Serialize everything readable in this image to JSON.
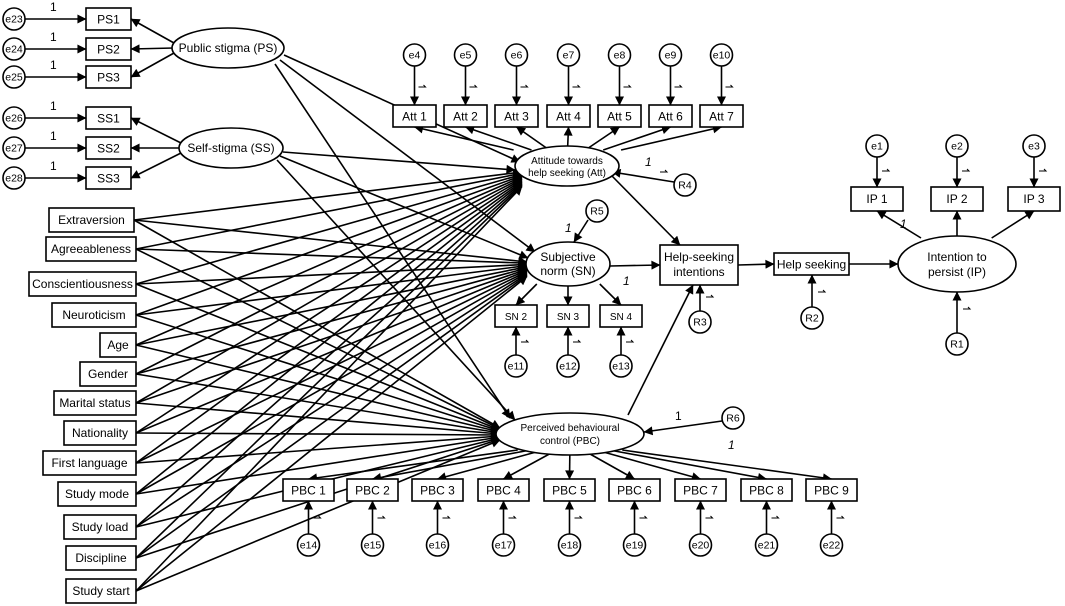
{
  "observed": {
    "PS1": "PS1",
    "PS2": "PS2",
    "PS3": "PS3",
    "SS1": "SS1",
    "SS2": "SS2",
    "SS3": "SS3",
    "Att1": "Att 1",
    "Att2": "Att 2",
    "Att3": "Att 3",
    "Att4": "Att 4",
    "Att5": "Att 5",
    "Att6": "Att 6",
    "Att7": "Att 7",
    "SN2": "SN 2",
    "SN3": "SN 3",
    "SN4": "SN 4",
    "PBC1": "PBC 1",
    "PBC2": "PBC 2",
    "PBC3": "PBC 3",
    "PBC4": "PBC 4",
    "PBC5": "PBC 5",
    "PBC6": "PBC 6",
    "PBC7": "PBC 7",
    "PBC8": "PBC 8",
    "PBC9": "PBC 9",
    "IP1": "IP 1",
    "IP2": "IP 2",
    "IP3": "IP 3",
    "HSI": [
      "Help-seeking",
      "intentions"
    ],
    "HS": "Help seeking",
    "Extraversion": "Extraversion",
    "Agreeableness": "Agreeableness",
    "Conscientiousness": "Conscientiousness",
    "Neuroticism": "Neuroticism",
    "Age": "Age",
    "Gender": "Gender",
    "Marital": "Marital status",
    "Nationality": "Nationality",
    "FirstLang": "First language",
    "StudyMode": "Study mode",
    "StudyLoad": "Study load",
    "Discipline": "Discipline",
    "StudyStart": "Study start"
  },
  "latent": {
    "PS": [
      "Public stigma (PS)"
    ],
    "SS": [
      "Self-stigma (SS)"
    ],
    "Att": [
      "Attitude towards",
      "help seeking (Att)"
    ],
    "SN": [
      "Subjective",
      "norm (SN)"
    ],
    "PBC": [
      "Perceived behavioural",
      "control (PBC)"
    ],
    "IP": [
      "Intention to",
      "persist (IP)"
    ]
  },
  "errors": {
    "e1": "e1",
    "e2": "e2",
    "e3": "e3",
    "e4": "e4",
    "e5": "e5",
    "e6": "e6",
    "e7": "e7",
    "e8": "e8",
    "e9": "e9",
    "e10": "e10",
    "e11": "e11",
    "e12": "e12",
    "e13": "e13",
    "e14": "e14",
    "e15": "e15",
    "e16": "e16",
    "e17": "e17",
    "e18": "e18",
    "e19": "e19",
    "e20": "e20",
    "e21": "e21",
    "e22": "e22",
    "e23": "e23",
    "e24": "e24",
    "e25": "e25",
    "e26": "e26",
    "e27": "e27",
    "e28": "e28",
    "R1": "R1",
    "R2": "R2",
    "R3": "R3",
    "R4": "R4",
    "R5": "R5",
    "R6": "R6"
  },
  "constraint_label": "1"
}
